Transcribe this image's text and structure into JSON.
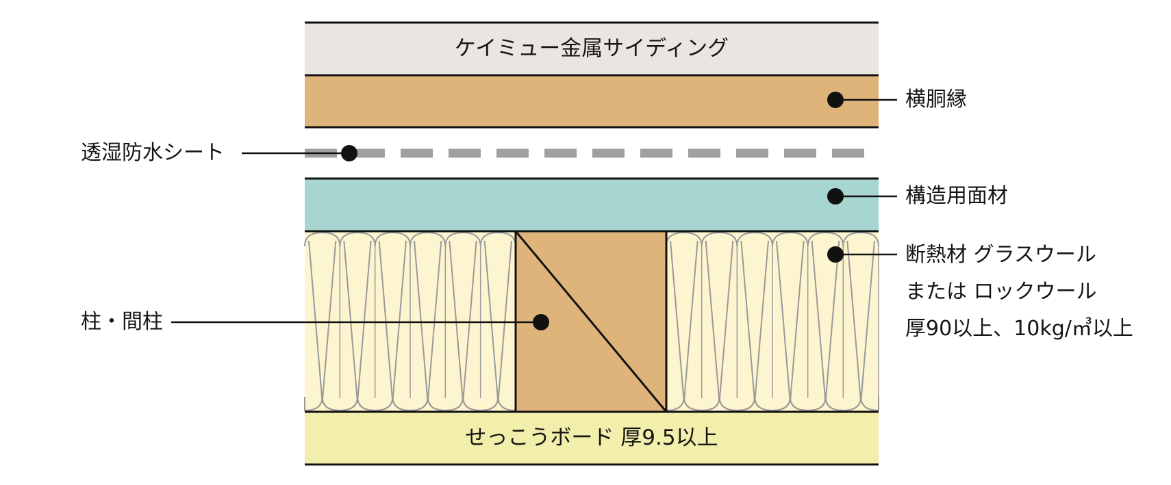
{
  "layers": {
    "siding": "ケイミュー金属サイディング",
    "furring": "横胴縁",
    "membrane": "透湿防水シート",
    "sheathing": "構造用面材",
    "insulation_lines": [
      "断熱材 グラスウール",
      "または ロックウール",
      "厚90以上、10kg/㎥以上"
    ],
    "stud": "柱・間柱",
    "gypsum": "せっこうボード 厚9.5以上"
  },
  "colors": {
    "siding": "#e9e5e1",
    "wood": "#dfb47a",
    "membrane": "#a0a0a0",
    "sheathing": "#a7d6d1",
    "insulation": "#fdf5cf",
    "insulation_stroke": "#999999",
    "gypsum": "#f2eeab",
    "line": "#111111"
  }
}
